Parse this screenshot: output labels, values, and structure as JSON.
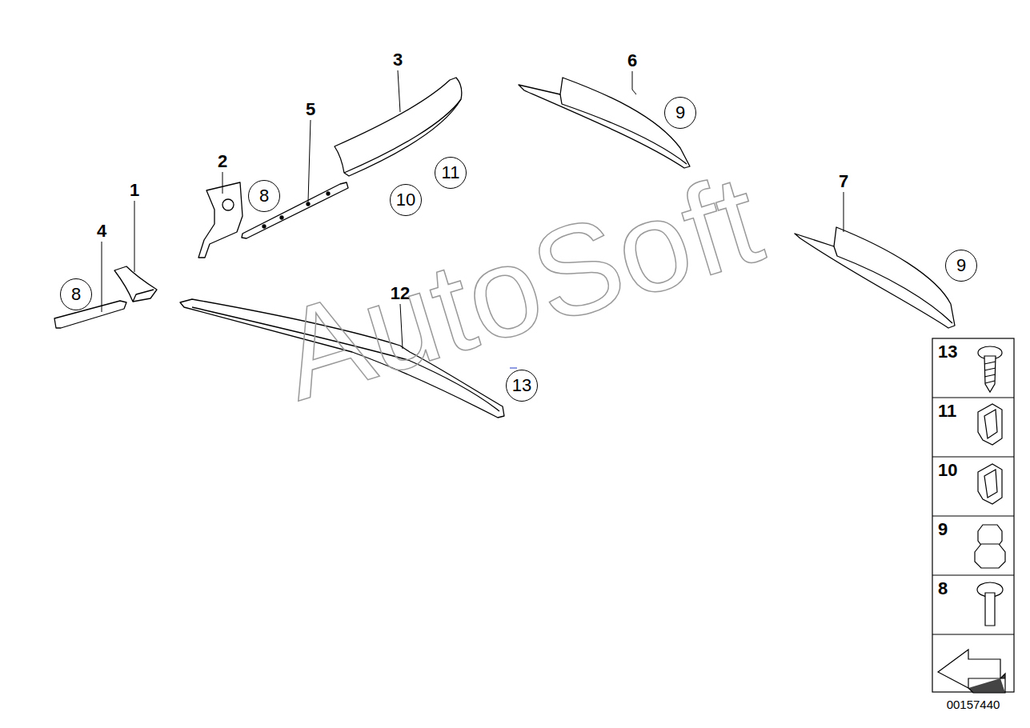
{
  "diagram": {
    "nodes": [
      {
        "text": [
          "9"
        ]
      },
      {
        "text": [
          "11"
        ]
      },
      {
        "text": [
          "8"
        ]
      },
      {
        "text": [
          "10"
        ]
      },
      {
        "text": [
          "9"
        ]
      },
      {
        "text": [
          "8"
        ]
      },
      {
        "text": [
          "13"
        ]
      },
      {
        "text": [
          "13"
        ]
      },
      {
        "text": [
          "11"
        ]
      },
      {
        "text": [
          "10"
        ]
      },
      {
        "text": [
          "9"
        ]
      },
      {
        "text": [
          "8"
        ]
      }
    ],
    "labels": [
      "3",
      "6",
      "5",
      "2",
      "7",
      "1",
      "4",
      "12",
      "AutoSoft",
      "00157440"
    ]
  }
}
